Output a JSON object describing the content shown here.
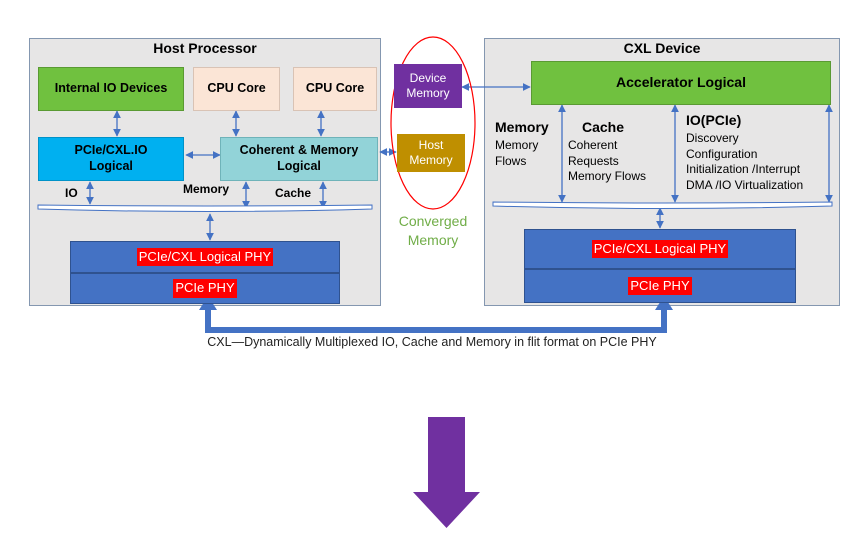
{
  "host": {
    "title": "Host Processor",
    "internal_io": "Internal IO Devices",
    "cpu_core_1": "CPU Core",
    "cpu_core_2": "CPU Core",
    "pcie_cxl_io": "PCIe/CXL.IO Logical",
    "coherent_memory": "Coherent & Memory Logical",
    "label_io": "IO",
    "label_memory": "Memory",
    "label_cache": "Cache",
    "phy_logical": "PCIe/CXL Logical PHY",
    "phy": "PCIe PHY"
  },
  "middle": {
    "device_memory": "Device Memory",
    "host_memory": "Host Memory",
    "converged_line1": "Converged",
    "converged_line2": "Memory"
  },
  "device": {
    "title": "CXL Device",
    "accelerator": "Accelerator Logical",
    "memory_title": "Memory",
    "memory_line1": "Memory",
    "memory_line2": "Flows",
    "cache_title": "Cache",
    "cache_line1": "Coherent",
    "cache_line2": "Requests",
    "cache_line3": "Memory Flows",
    "io_title": "IO(PCIe)",
    "io_line1": "Discovery",
    "io_line2": "Configuration",
    "io_line3": "Initialization /Interrupt",
    "io_line4": "DMA /IO Virtualization",
    "phy_logical": "PCIe/CXL Logical PHY",
    "phy": "PCIe PHY"
  },
  "caption": "CXL—Dynamically Multiplexed IO, Cache and Memory in flit format on PCIe PHY",
  "colors": {
    "green": "#70c13f",
    "peach": "#fbe5d6",
    "cyan": "#00b0f0",
    "teal": "#92d3d8",
    "blue": "#4472c4",
    "purple": "#7030a0",
    "gold": "#bf8f00",
    "red": "#ff0000"
  }
}
